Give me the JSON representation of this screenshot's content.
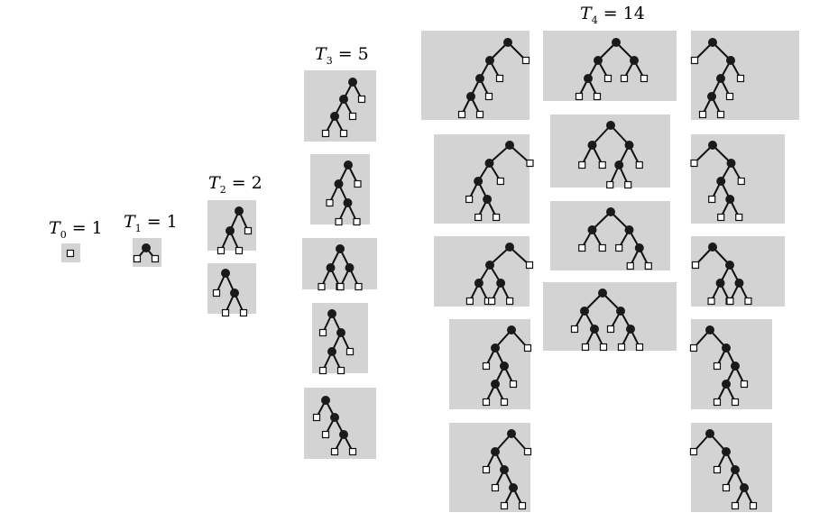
{
  "labels": [
    {
      "letter": "T",
      "sub": "0",
      "rest": " = 1"
    },
    {
      "letter": "T",
      "sub": "1",
      "rest": " = 1"
    },
    {
      "letter": "T",
      "sub": "2",
      "rest": " = 2"
    },
    {
      "letter": "T",
      "sub": "3",
      "rest": " = 5"
    },
    {
      "letter": "T",
      "sub": "4",
      "rest": " = 14"
    }
  ],
  "trees": {
    "T0": [
      "E"
    ],
    "T1": [
      "()"
    ],
    "T2": [
      "(()E)",
      "(E())"
    ],
    "T3": [
      "((()E)E)",
      "((E())E)",
      "(()())",
      "(E(()E))",
      "(E(E()))"
    ],
    "T4_left": [
      "(((()E)E)E)",
      "(((E())E)E)",
      "((()())E)",
      "((E(()E))E)",
      "((E(E()))E)"
    ],
    "T4_middle": [
      "((()E)())",
      "(()(()E))",
      "(()(E()))",
      "((E())(E()))"
    ],
    "T4_right": [
      "(E((()E)E))",
      "(E((E())E))",
      "(E(()()))",
      "(E(E(()E)))",
      "(E(E(E())))"
    ]
  }
}
